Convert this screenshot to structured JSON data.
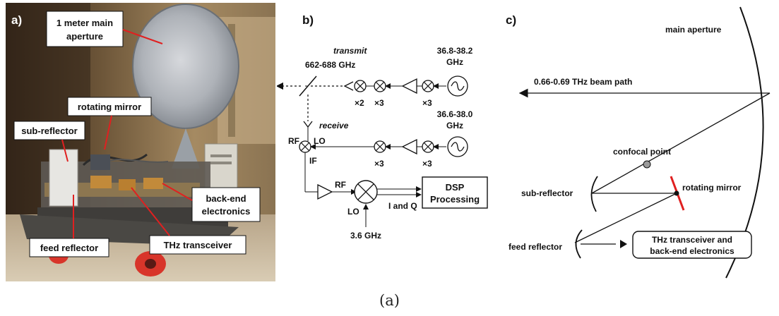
{
  "panel_a": {
    "label": "a)",
    "callouts": {
      "main_aperture_line1": "1 meter main",
      "main_aperture_line2": "aperture",
      "rotating_mirror": "rotating mirror",
      "sub_reflector": "sub-reflector",
      "back_end_line1": "back-end",
      "back_end_line2": "electronics",
      "feed_reflector": "feed reflector",
      "thz_transceiver": "THz transceiver"
    }
  },
  "panel_b": {
    "label": "b)",
    "transmit": "transmit",
    "receive": "receive",
    "tx_freq": "662-688 GHz",
    "osc_tx_line1": "36.8-38.2",
    "osc_tx_line2": "GHz",
    "osc_rx_line1": "36.6-38.0",
    "osc_rx_line2": "GHz",
    "mult_x2": "×2",
    "mult_x3": "×3",
    "rf": "RF",
    "lo": "LO",
    "if": "IF",
    "i_and_q": "I and Q",
    "freq_36": "3.6 GHz",
    "dsp_line1": "DSP",
    "dsp_line2": "Processing"
  },
  "panel_c": {
    "label": "c)",
    "main_aperture": "main aperture",
    "beam_path": "0.66-0.69 THz beam path",
    "confocal_point": "confocal point",
    "sub_reflector": "sub-reflector",
    "rotating_mirror": "rotating mirror",
    "feed_reflector": "feed reflector",
    "transceiver_line1": "THz transceiver and",
    "transceiver_line2": "back-end electronics"
  },
  "caption": "(a)",
  "colors": {
    "callout_arrow": "#e02020",
    "mirror_red": "#e02020",
    "ink": "#111111"
  }
}
